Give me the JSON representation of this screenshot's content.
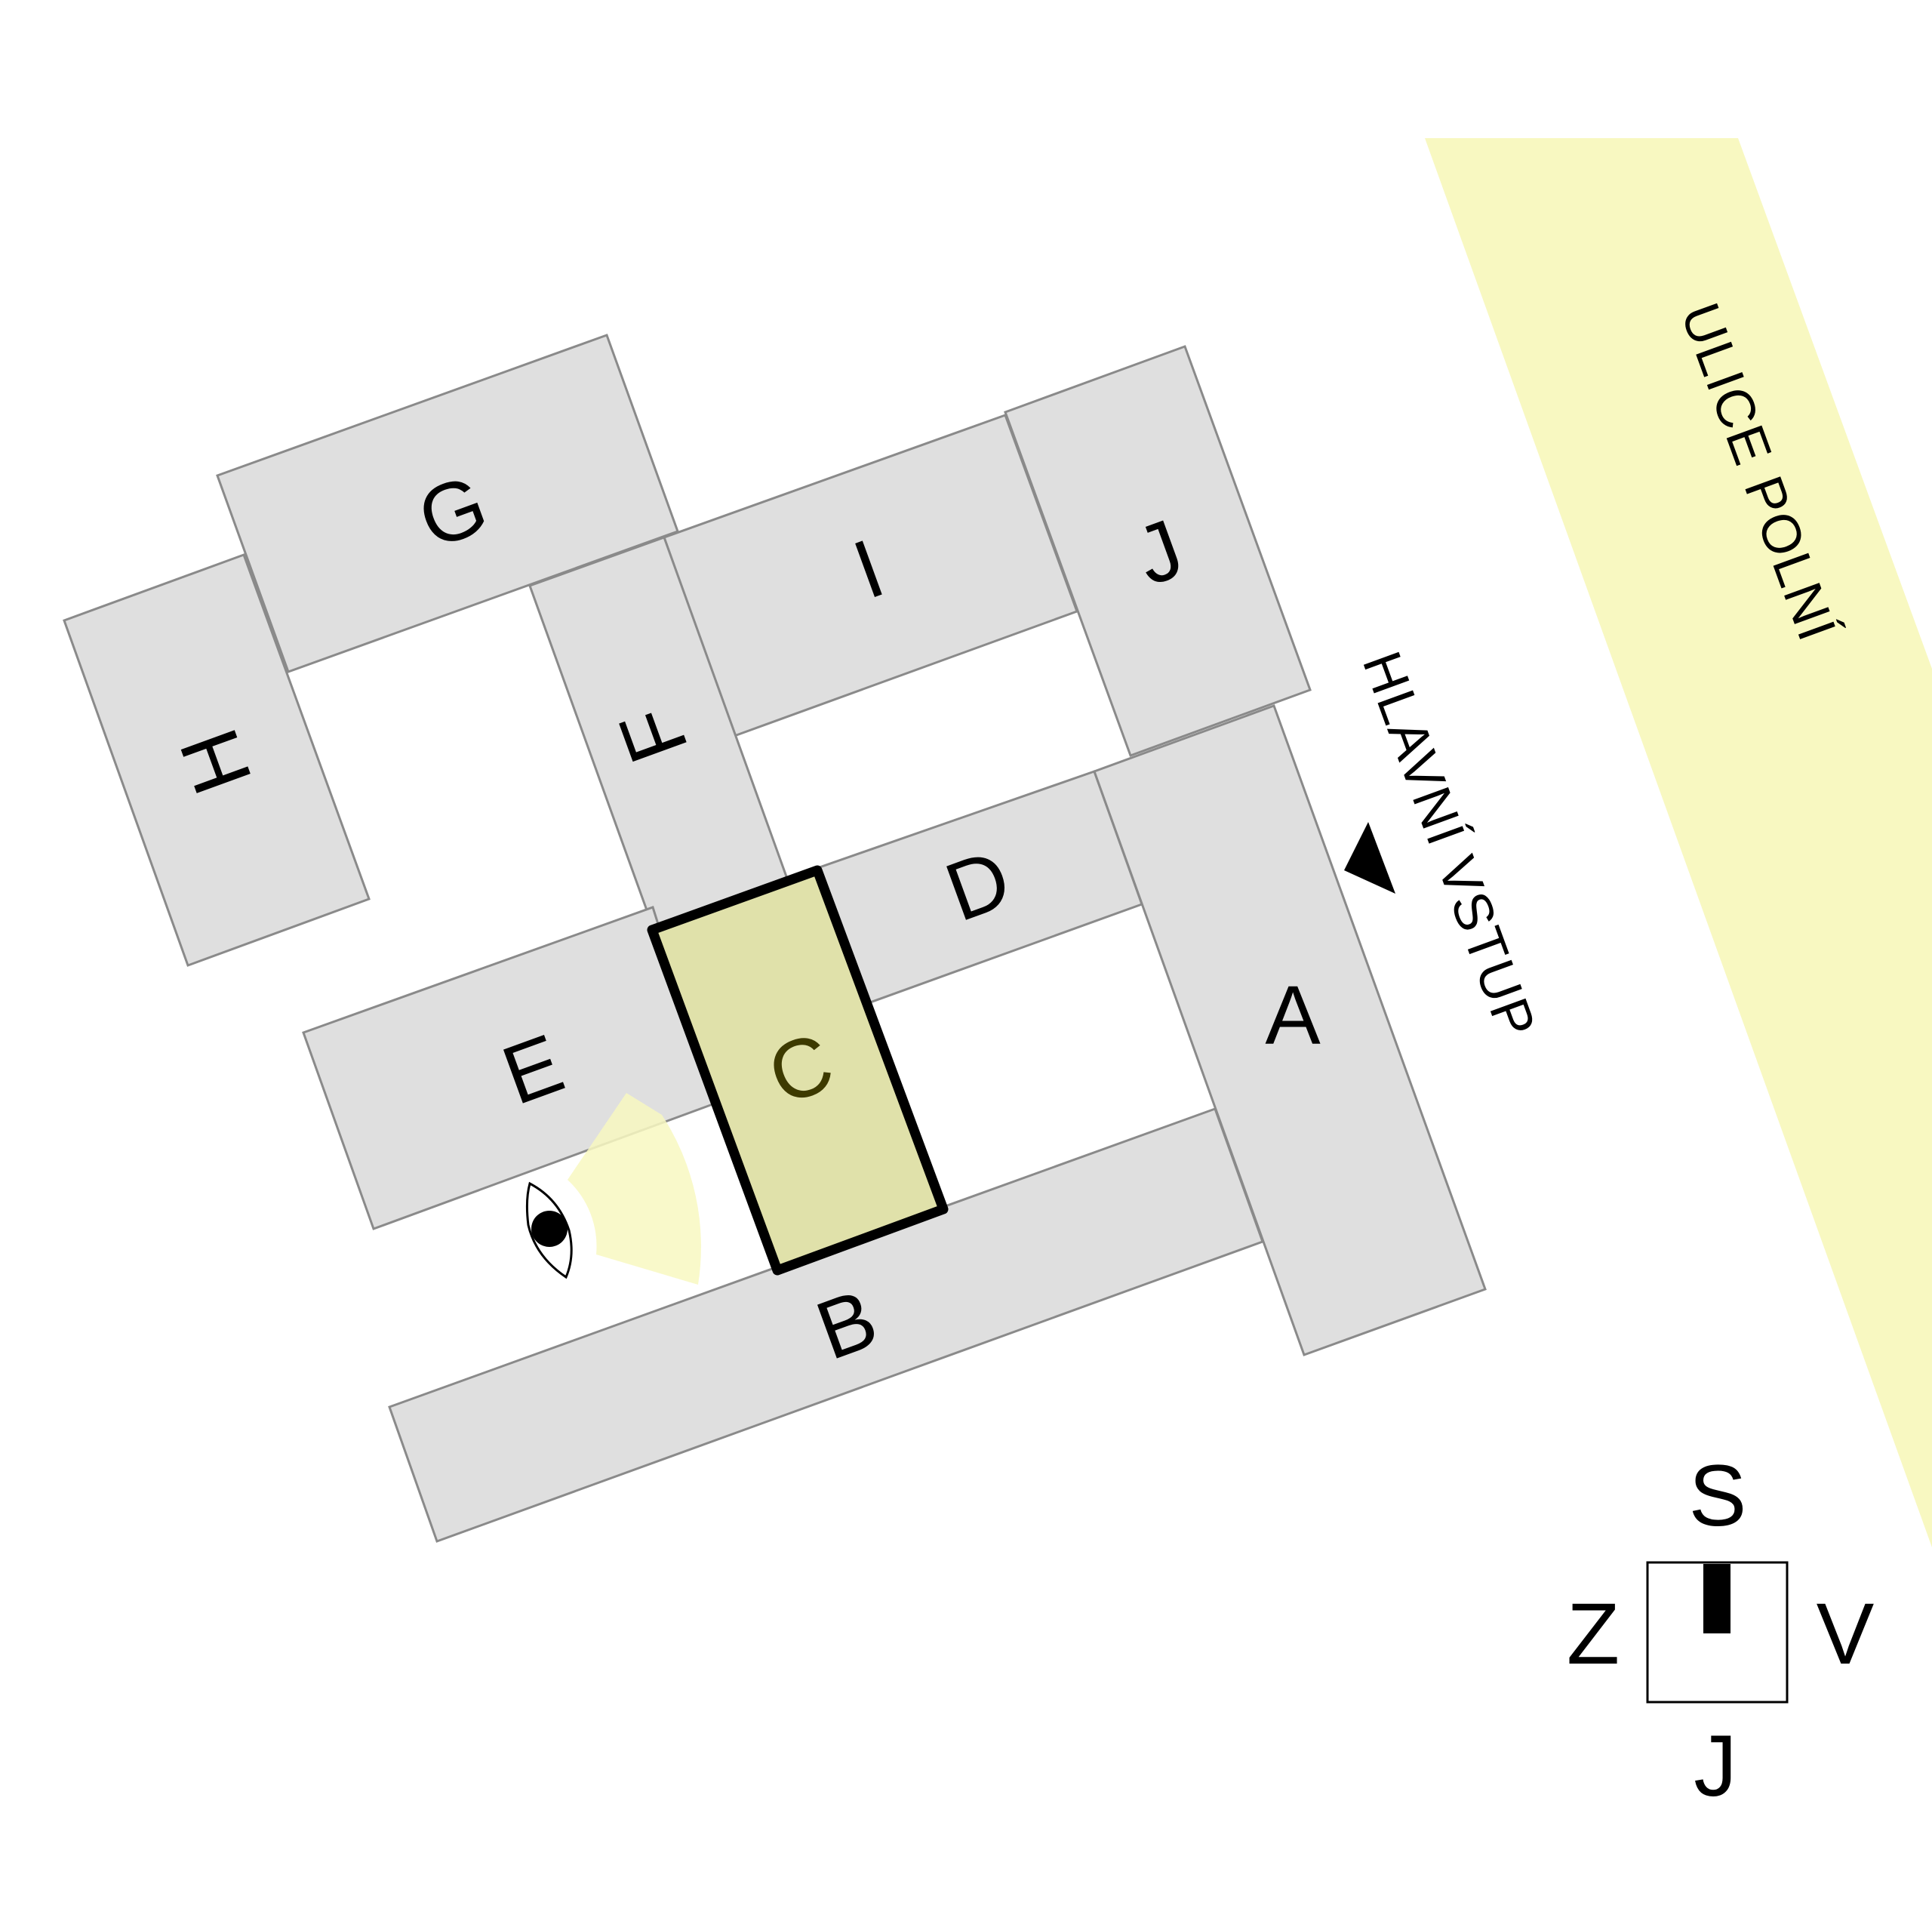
{
  "street": {
    "name": "ULICE POLNÍ",
    "color": "#f8f8c1"
  },
  "entrance": {
    "label": "HLAVNÍ VSTUP",
    "icon": "triangle-arrow-icon"
  },
  "buildings": [
    {
      "id": "G",
      "label": "G"
    },
    {
      "id": "H",
      "label": "H"
    },
    {
      "id": "I",
      "label": "I"
    },
    {
      "id": "J",
      "label": "J"
    },
    {
      "id": "F",
      "label": "F"
    },
    {
      "id": "D",
      "label": "D"
    },
    {
      "id": "E",
      "label": "E"
    },
    {
      "id": "B",
      "label": "B"
    },
    {
      "id": "A",
      "label": "A"
    },
    {
      "id": "C",
      "label": "C",
      "highlighted": true
    }
  ],
  "colors": {
    "building": "#dfdfdf",
    "building_outline": "#8a8a8a",
    "highlight": "#e0e1aa",
    "view_cone": "#f8f8c1"
  },
  "viewpoint": {
    "icon": "eye-icon"
  },
  "compass": {
    "north": "S",
    "south": "J",
    "east": "V",
    "west": "Z"
  }
}
